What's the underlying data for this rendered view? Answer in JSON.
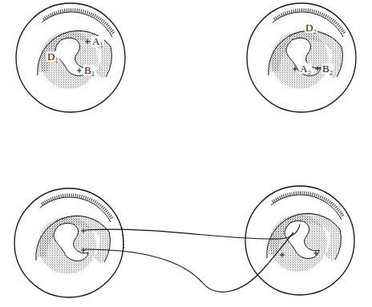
{
  "diagram": {
    "labels": [
      "D₁",
      "A₁",
      "B₁",
      "D₂",
      "A₂",
      "B₂"
    ]
  }
}
